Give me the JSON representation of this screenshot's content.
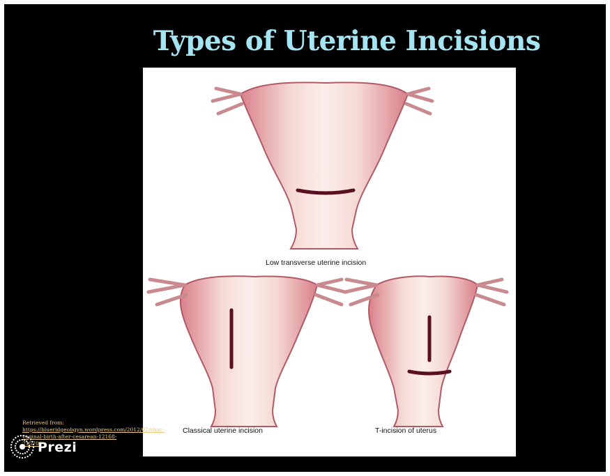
{
  "slide": {
    "title": "Types of Uterine Incisions",
    "captions": {
      "low_transverse": "Low transverse uterine incision",
      "classical": "Classical uterine incision",
      "t_incision": "T-incision of uterus"
    },
    "credit": {
      "prefix": "Retrieved from: ",
      "link": "https://blueridgeobgyn.wordpress.com/2012/02/vbac-vaginal-birth-after-cesarean-12168-21570/"
    },
    "brand": "Prezi"
  },
  "colors": {
    "background": "#000000",
    "title": "#a5e4f2",
    "credit_text": "#e8c777",
    "uterus_fill": "#f3c9c5",
    "uterus_outline": "#b05a66",
    "incision": "#5a1020"
  },
  "icons": [
    "prezi-logo-icon"
  ]
}
